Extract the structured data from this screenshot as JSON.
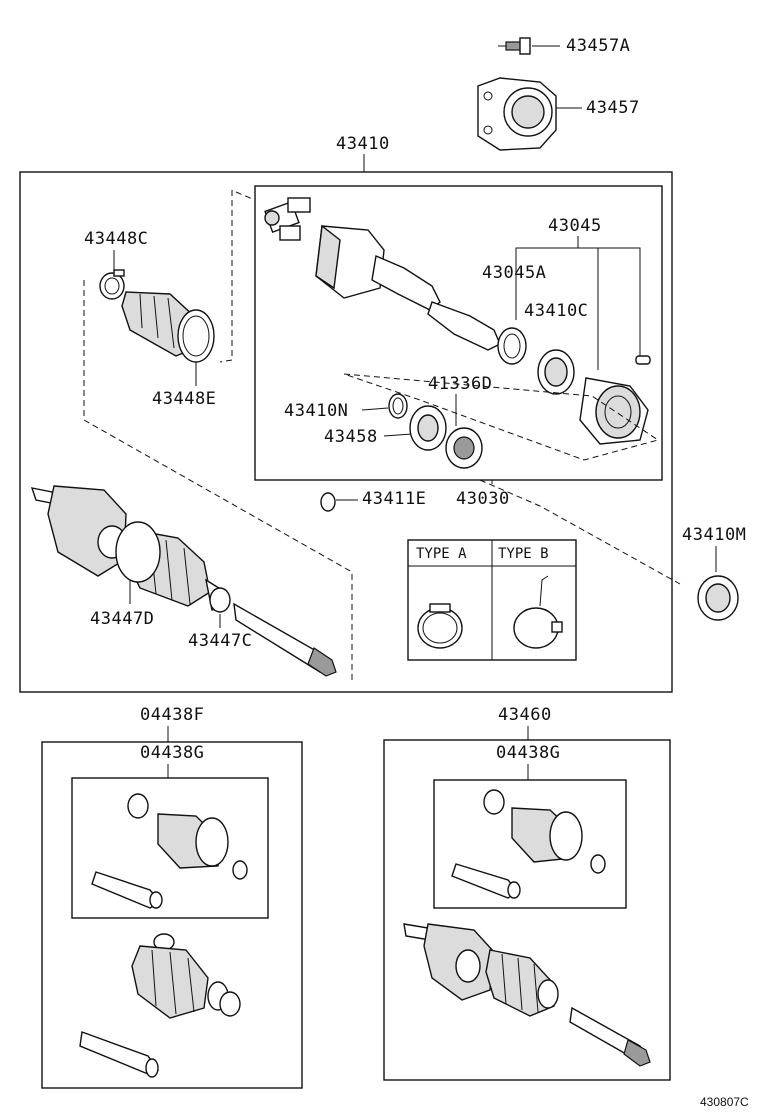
{
  "labels": {
    "p43457A": "43457A",
    "p43457": "43457",
    "p43410": "43410",
    "p43045": "43045",
    "p43448C": "43448C",
    "p43045A": "43045A",
    "p43410C": "43410C",
    "p41336D": "41336D",
    "p43448E": "43448E",
    "p43410N": "43410N",
    "p43458": "43458",
    "p43411E": "43411E",
    "p43030": "43030",
    "p43410M": "43410M",
    "p43447D": "43447D",
    "p43447C": "43447C",
    "p04438F": "04438F",
    "p04438G_left": "04438G",
    "p43460": "43460",
    "p04438G_right": "04438G"
  },
  "type_box": {
    "type_a": "TYPE A",
    "type_b": "TYPE B"
  },
  "figure_number": "430807C"
}
